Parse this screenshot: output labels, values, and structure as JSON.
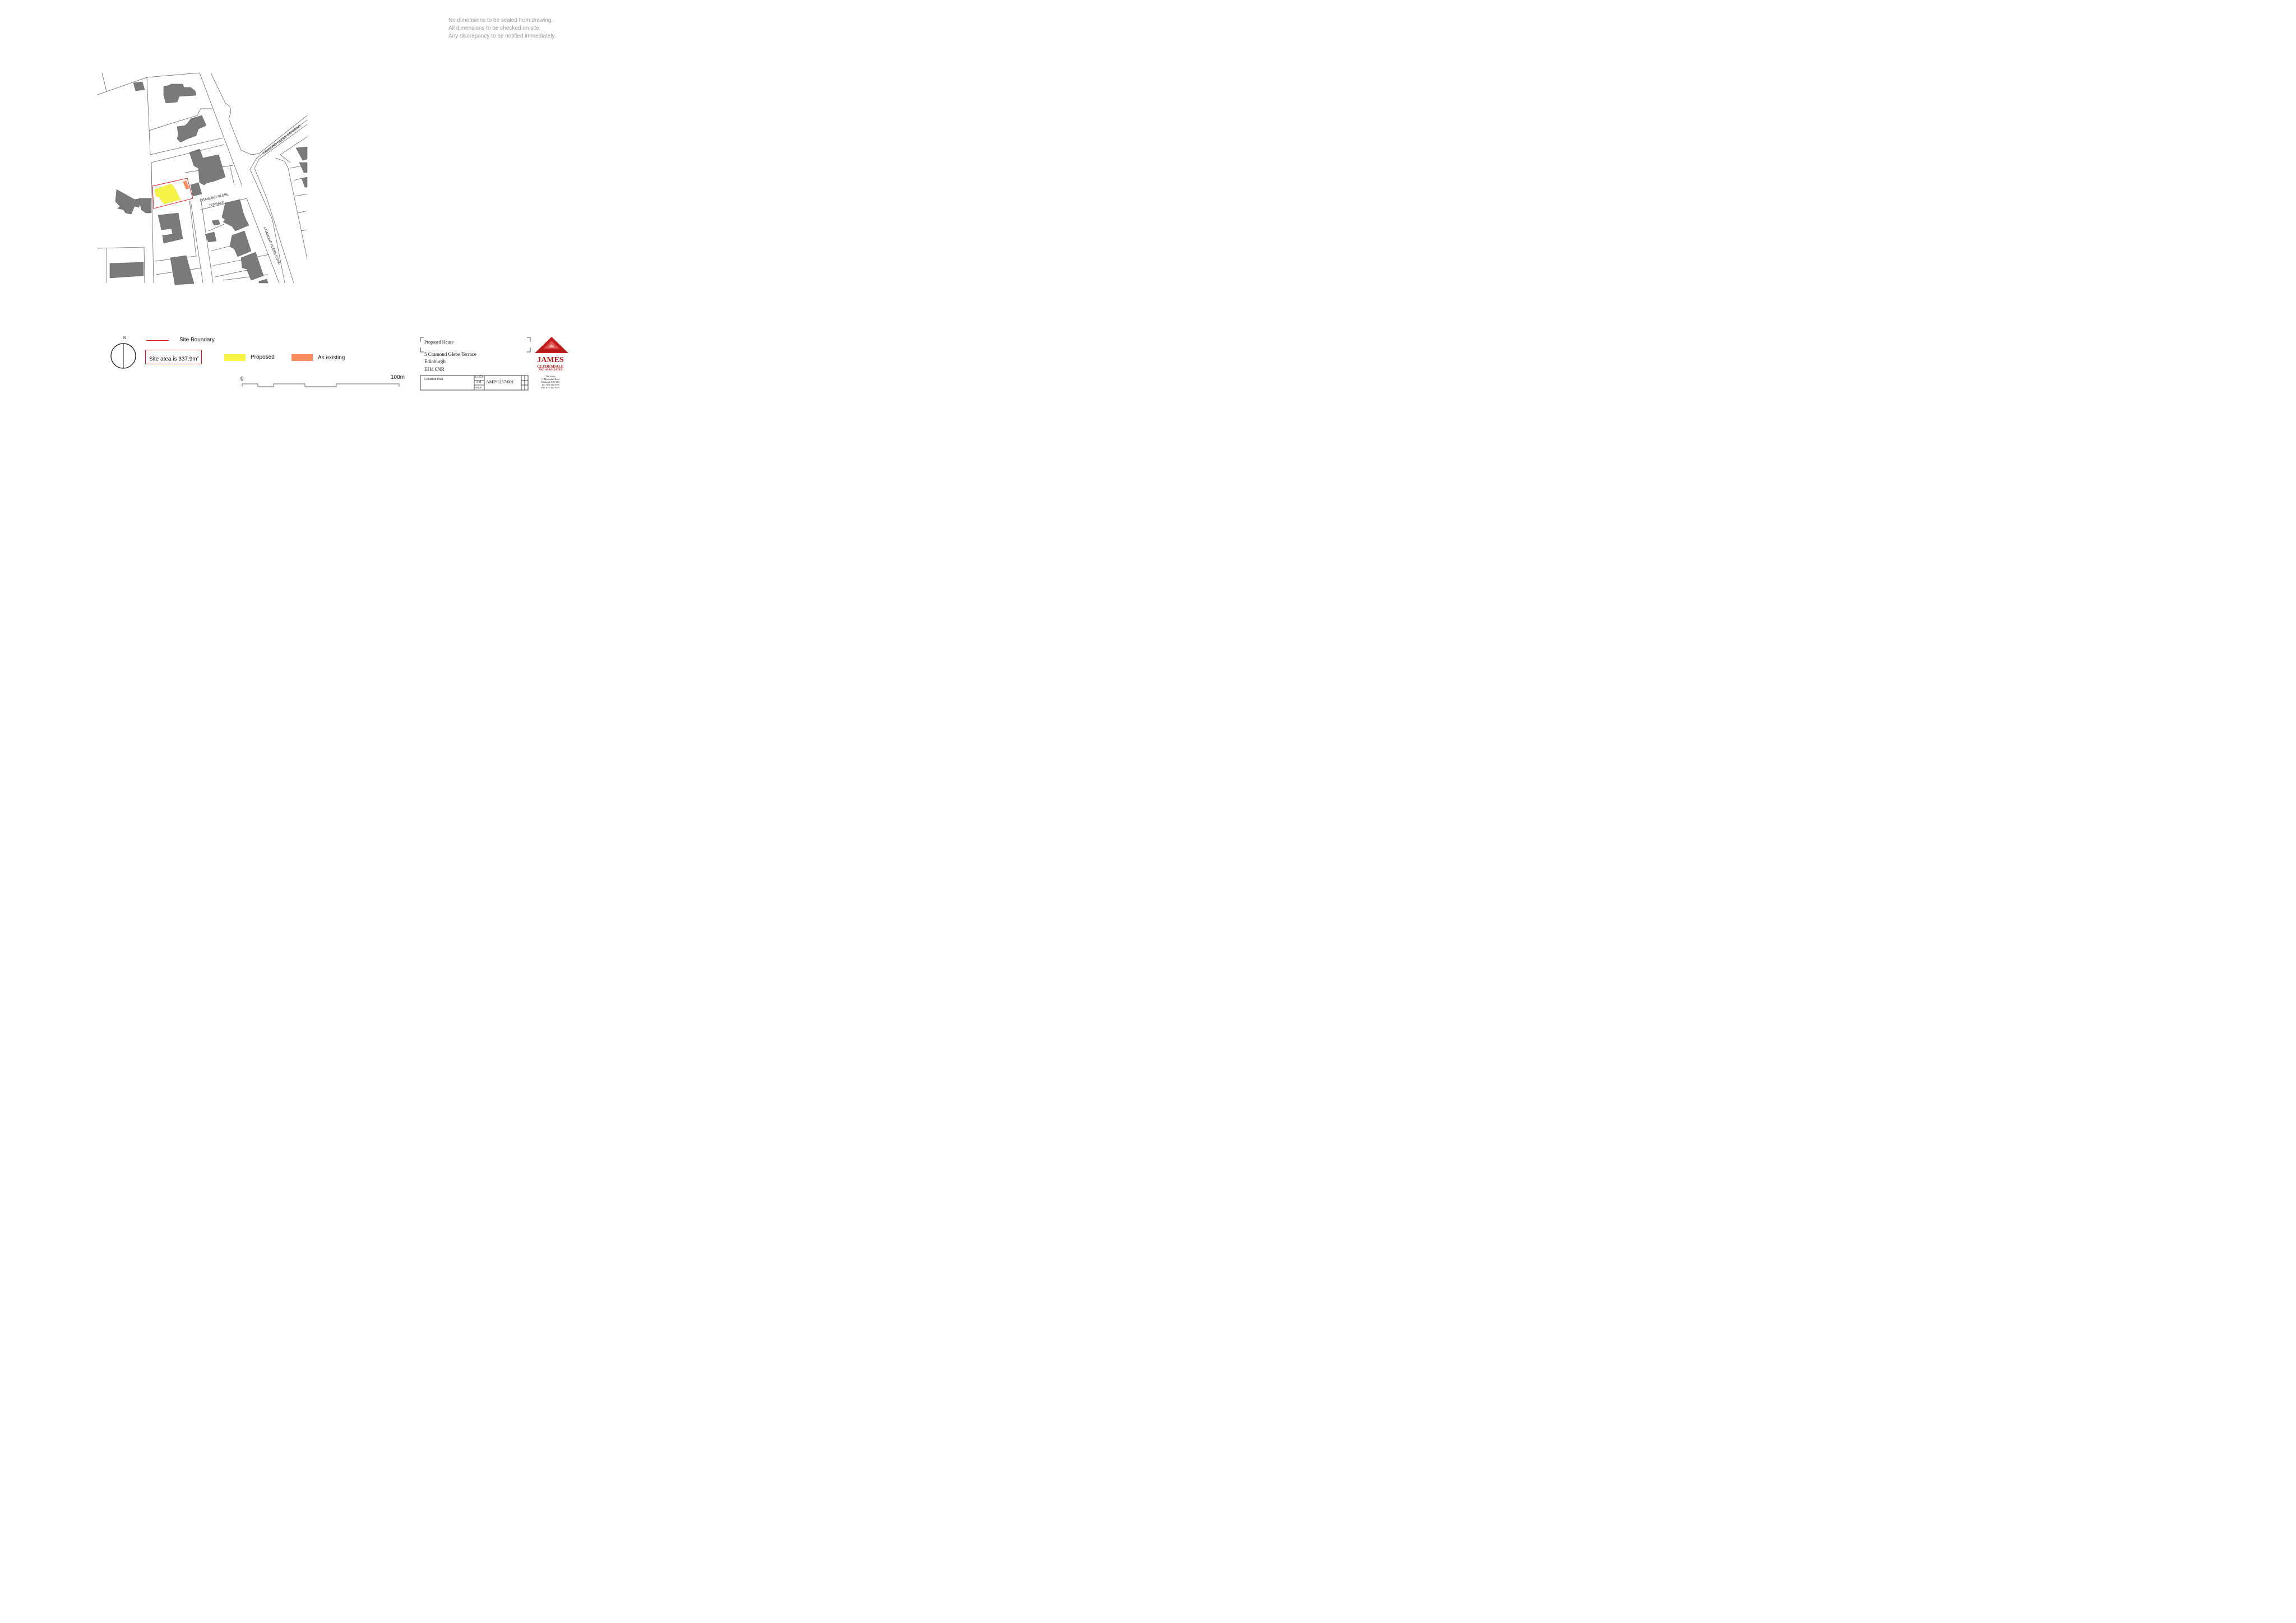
{
  "notes": [
    "No dimensions to be scaled from drawing.",
    "All dimensions to be checked on site.",
    "Any discrepancy to be notified immediately."
  ],
  "map": {
    "roads": [
      "CRAMOND GLEBE GARDENS",
      "CRAMOND GLEBE",
      "TERRACE",
      "CRAMOND GLEBE ROAD"
    ],
    "colors": {
      "building": "#7a7a7a",
      "proposed": "#f7f246",
      "existing": "#f98c5e",
      "boundary": "#d11",
      "lines": "#555555"
    }
  },
  "legend": {
    "north": "N",
    "site_boundary": "Site Boundary",
    "site_area_text": "Site atea is 337.9m",
    "site_area_sup": "2",
    "proposed": "Proposed",
    "existing": "As existing"
  },
  "scale_bar": {
    "start": "0",
    "end": "100m"
  },
  "title_block": {
    "project": "Proposed House",
    "address": [
      "5 Cramond Glebe Terrace",
      "Edinburgh",
      "EH4 6NR"
    ],
    "drawing_title": "Location Plan",
    "scale": "1:1250",
    "drawn_by": "AM",
    "date": "FEB 26",
    "drawing_number": "AMP/1257/001"
  },
  "company": {
    "name_line1": "JAMES",
    "name_line2": "CLYDESDALE",
    "name_line3": "AND ASSOCIATES",
    "address_lines": [
      "The Studio",
      "11 Mortonhall Road",
      "Edinburgh EH9 2HS",
      "Tel: 0131 662 9339",
      "Fax: 0131 662 9449"
    ]
  }
}
